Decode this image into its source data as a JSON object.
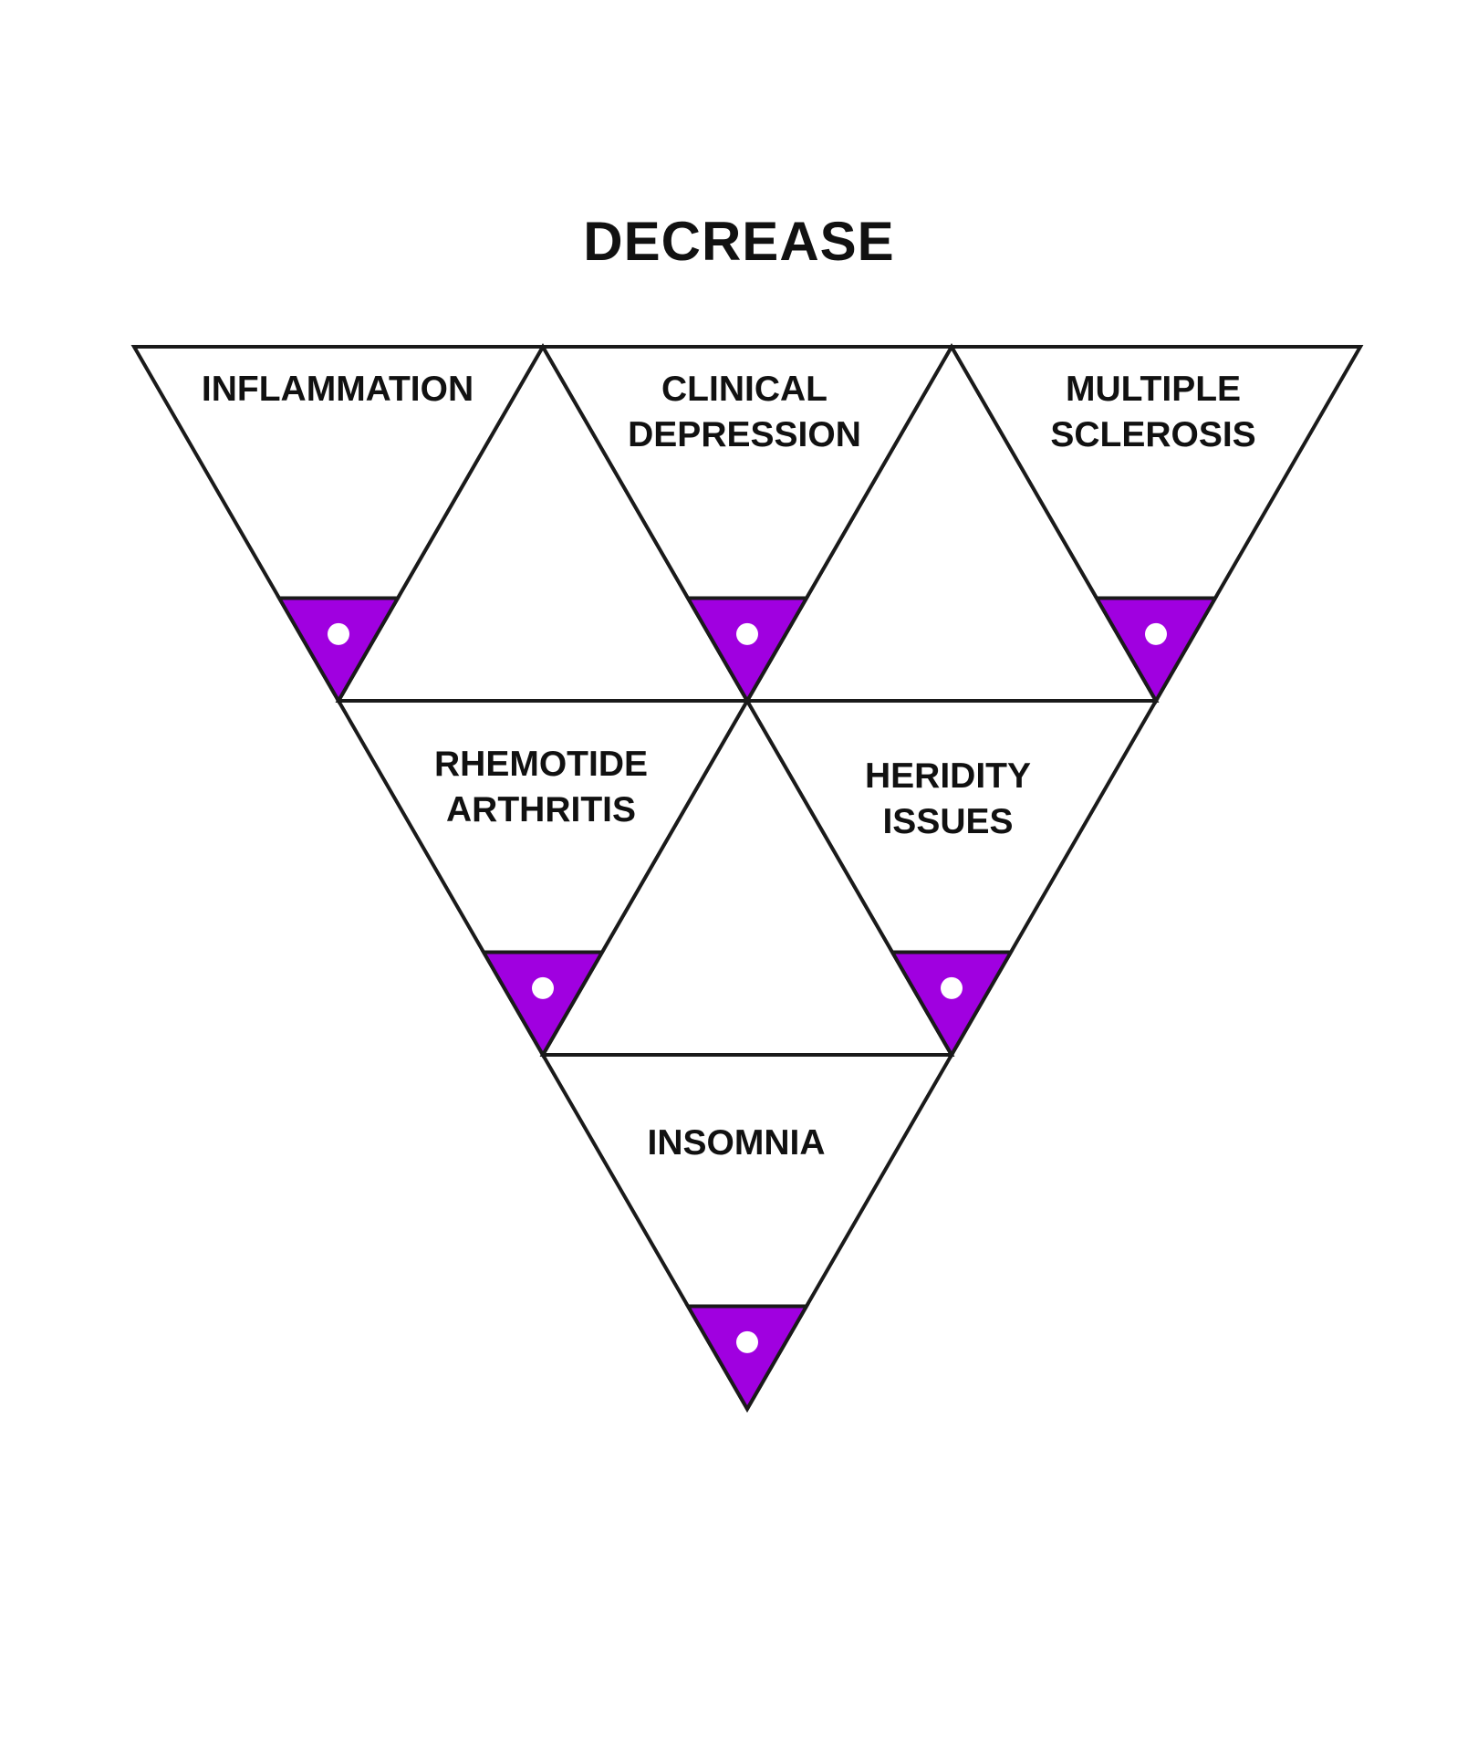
{
  "title": "DECREASE",
  "colors": {
    "outline": "#1a1a1a",
    "accent": "#a000e0",
    "dot": "#ffffff"
  },
  "items": [
    {
      "id": "inflammation",
      "label": "INFLAMMATION"
    },
    {
      "id": "clinical-depression",
      "label": "CLINICAL\nDEPRESSION"
    },
    {
      "id": "multiple-sclerosis",
      "label": "MULTIPLE\nSCLEROSIS"
    },
    {
      "id": "rhemotide-arthritis",
      "label": "RHEMOTIDE\nARTHRITIS"
    },
    {
      "id": "heridity-issues",
      "label": "HERIDITY\nISSUES"
    },
    {
      "id": "insomnia",
      "label": "INSOMNIA"
    }
  ]
}
